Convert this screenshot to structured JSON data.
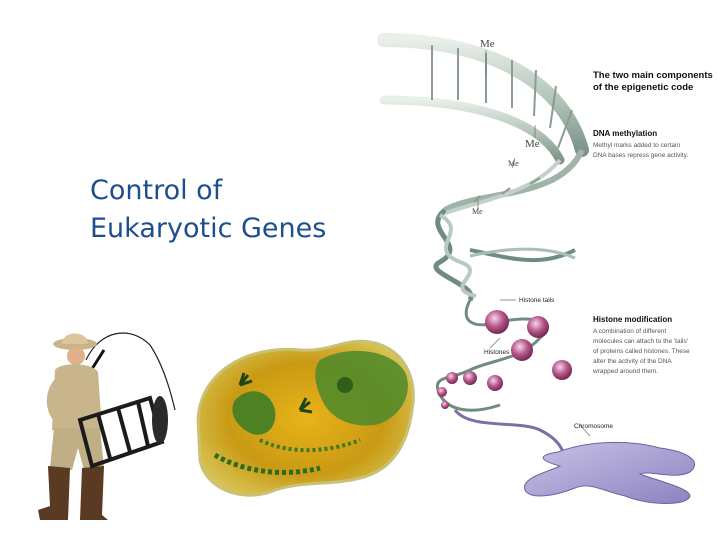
{
  "slide": {
    "title_line1": "Control of",
    "title_line2": "Eukaryotic Genes"
  },
  "diagram": {
    "heading_line1": "The two main components",
    "heading_line2": "of the epigenetic code",
    "methylation_title": "DNA methylation",
    "methylation_line1": "Methyl marks added to certain",
    "methylation_line2": "DNA bases repress gene activity.",
    "histone_title": "Histone modification",
    "histone_line1": "A combination of different",
    "histone_line2": "molecules can attach to the 'tails'",
    "histone_line3": "of proteins called histones. These",
    "histone_line4": "alter the activity of the DNA",
    "histone_line5": "wrapped around them.",
    "label_histone_tails": "Histone tails",
    "label_histones": "Histones",
    "label_chromosome": "Chromosome",
    "me_labels": [
      "Me",
      "Me",
      "Me",
      "Me"
    ]
  }
}
